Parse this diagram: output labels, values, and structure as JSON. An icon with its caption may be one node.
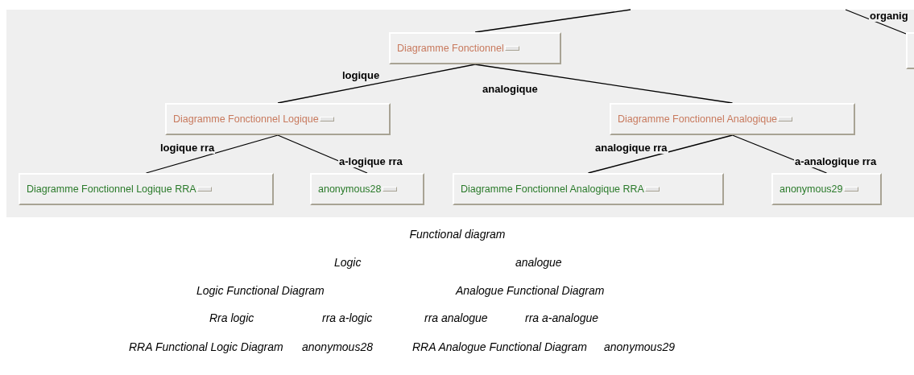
{
  "diagram": {
    "nodes": [
      {
        "text": [
          "Diagramme Fonctionnel"
        ]
      },
      {
        "text": [
          "Diagramme Fonctionnel Logique"
        ]
      },
      {
        "text": [
          "Diagramme Fonctionnel Analogique"
        ]
      },
      {
        "text": [
          "Diagramme Fonctionnel Logique RRA"
        ]
      },
      {
        "text": [
          "anonymous28"
        ]
      },
      {
        "text": [
          "Diagramme Fonctionnel Analogique RRA"
        ]
      },
      {
        "text": [
          "anonymous29"
        ]
      },
      {
        "text": [],
        "shape": "box"
      }
    ],
    "edges": [
      {
        "from": null,
        "to": 0,
        "arrow": "none"
      },
      {
        "from": null,
        "to": 7,
        "arrow": "none",
        "label": "organig"
      },
      {
        "from": 0,
        "to": 1,
        "arrow": "none",
        "label": "logique"
      },
      {
        "from": 0,
        "to": 2,
        "arrow": "none",
        "label": "analogique"
      },
      {
        "from": 1,
        "to": 3,
        "arrow": "none",
        "label": "logique rra"
      },
      {
        "from": 1,
        "to": 4,
        "arrow": "none",
        "label": "a-logique rra"
      },
      {
        "from": 2,
        "to": 5,
        "arrow": "none",
        "label": "analogique rra"
      },
      {
        "from": 2,
        "to": 6,
        "arrow": "none",
        "label": "a-analogique rra"
      }
    ],
    "labels": [
      "Functional diagram",
      "Logic",
      "analogue",
      "Logic Functional Diagram",
      "Analogue Functional Diagram",
      "Rra logic",
      "rra a-logic",
      "rra analogue",
      "rra a-analogue",
      "RRA Functional Logic Diagram",
      "anonymous28",
      "RRA Analogue Functional Diagram",
      "anonymous29"
    ]
  }
}
